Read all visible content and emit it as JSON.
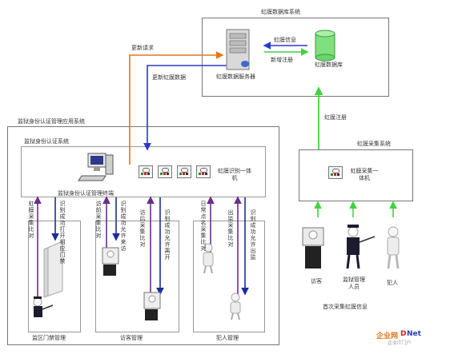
{
  "db_system": {
    "title": "虹膜数据库系统",
    "server_label": "虹膜数据服务器",
    "db_label": "虹膜数据库",
    "arrow_info": "虹膜信息",
    "arrow_register": "新增注册"
  },
  "prison_system": {
    "title": "监狱身份认证管理应用系统",
    "auth_title": "监狱身份认证系统",
    "terminal_label": "监狱身份认证管理终端",
    "reader_label": "虹膜识别一体机"
  },
  "collect_system": {
    "title": "虹膜采集系统",
    "reader_label": "虹膜采集一体机",
    "people": [
      "访客",
      "监狱管理人员",
      "犯人"
    ],
    "caption": "首次采集虹膜信息"
  },
  "arrows": {
    "update_request": "更新请求",
    "update_data": "更新虹膜数据",
    "iris_register": "虹膜注册"
  },
  "zones": {
    "gate": {
      "title": "监区门禁管理",
      "up": "虹膜采集比对",
      "down": "识别成功打开相应门禁"
    },
    "visitor": {
      "title": "访客管理",
      "up1": "访前采集比对",
      "down1": "识别成功允许来访",
      "up2": "访后采集比对",
      "down2": "识别成功允许离开"
    },
    "prisoner": {
      "title": "犯人管理",
      "up1": "日常点名采集比对",
      "up2": "出监采集比对",
      "down": "识别成功允许出监"
    }
  },
  "watermark": {
    "part1": "企业网",
    "part2": "D",
    "part3": "Net",
    "sub": "企业IT门户"
  },
  "colors": {
    "orange": "#e8731a",
    "blue": "#2a39c9",
    "green": "#3fd43f",
    "purple": "#6a2c8e",
    "darkblue": "#1c2d9c"
  }
}
